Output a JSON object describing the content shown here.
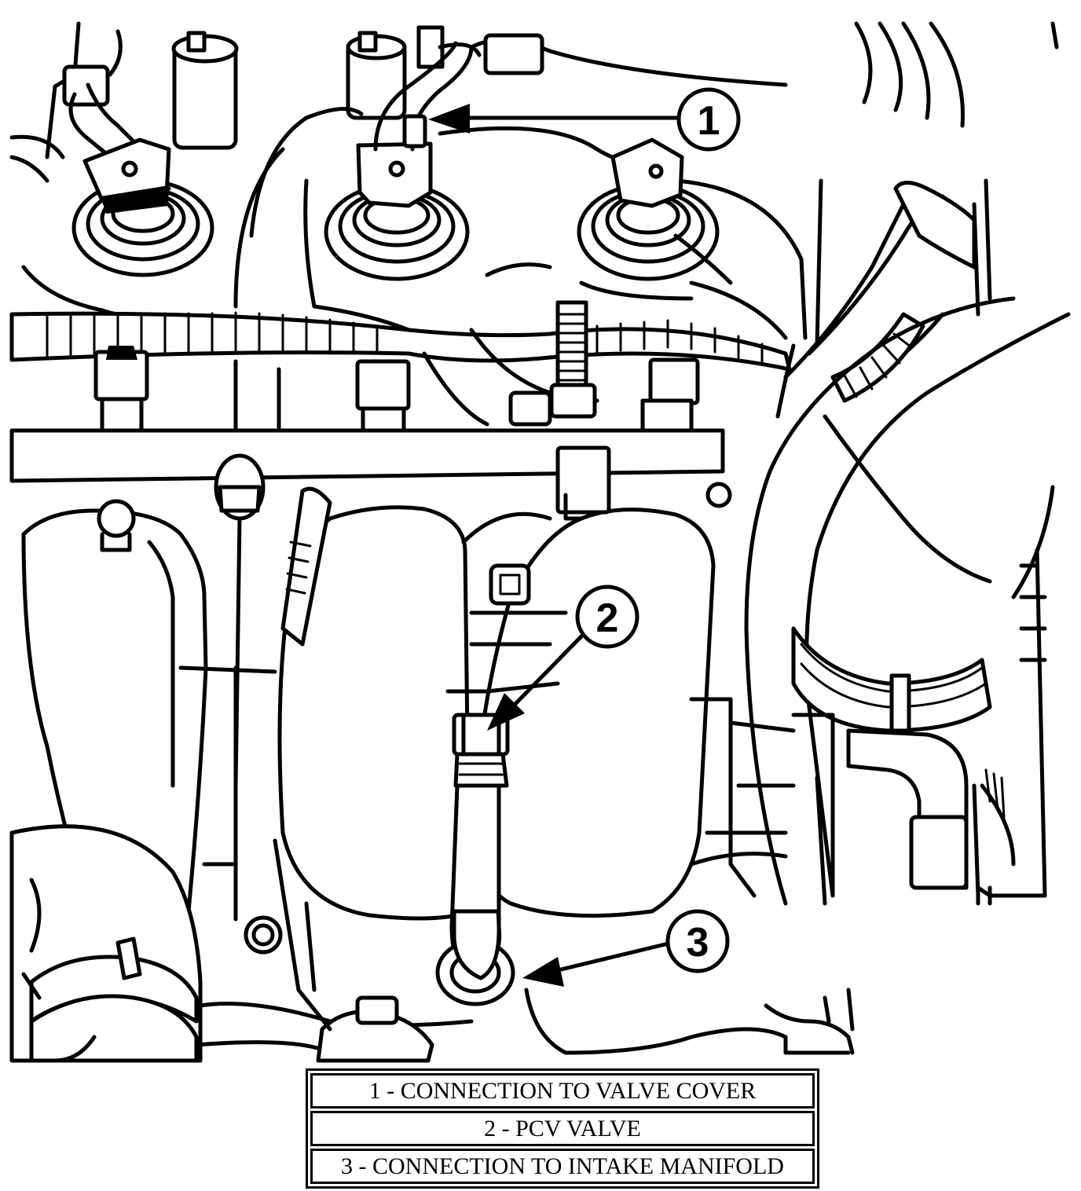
{
  "callouts": [
    {
      "number": "1"
    },
    {
      "number": "2"
    },
    {
      "number": "3"
    }
  ],
  "legend": [
    {
      "text": "1 - CONNECTION TO VALVE COVER"
    },
    {
      "text": "2 - PCV VALVE"
    },
    {
      "text": "3 - CONNECTION TO INTAKE MANIFOLD"
    }
  ]
}
